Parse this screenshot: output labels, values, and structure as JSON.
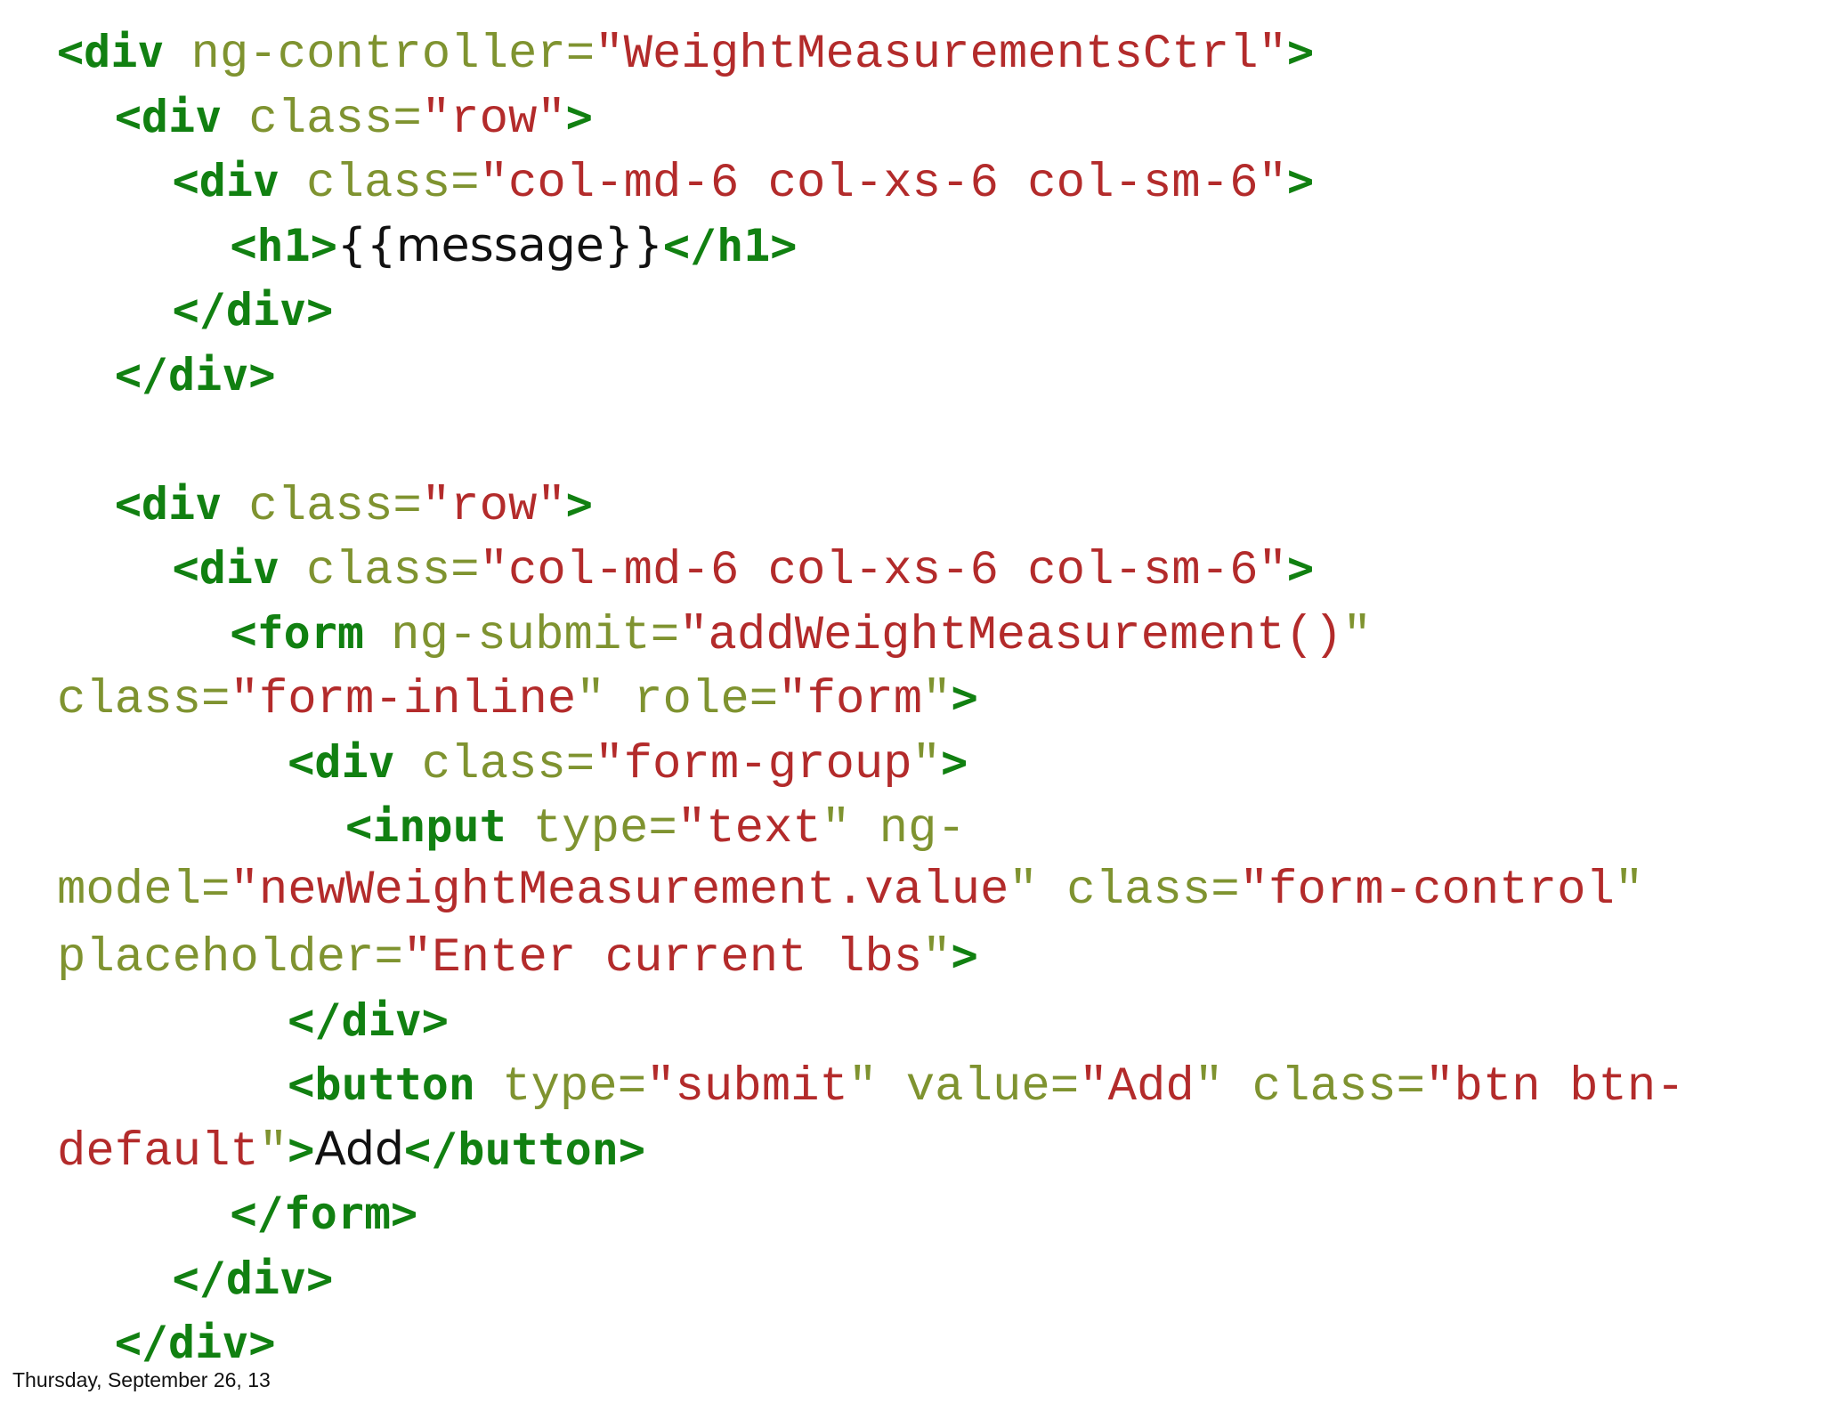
{
  "colors": {
    "tag": "#118011",
    "attribute": "#7f9330",
    "string": "#b32b2b",
    "text": "#111111",
    "background": "#ffffff"
  },
  "code_lines": [
    [
      {
        "t": "tag",
        "s": "<div "
      },
      {
        "t": "attr",
        "s": "ng-controller="
      },
      {
        "t": "str",
        "s": "\"WeightMeasurementsCtrl\""
      },
      {
        "t": "tag",
        "s": ">"
      }
    ],
    [
      {
        "t": "pad",
        "s": "  "
      },
      {
        "t": "tag",
        "s": "<div "
      },
      {
        "t": "attr",
        "s": "class="
      },
      {
        "t": "str",
        "s": "\"row\""
      },
      {
        "t": "tag",
        "s": ">"
      }
    ],
    [
      {
        "t": "pad",
        "s": "    "
      },
      {
        "t": "tag",
        "s": "<div "
      },
      {
        "t": "attr",
        "s": "class="
      },
      {
        "t": "str",
        "s": "\"col-md-6 col-xs-6 col-sm-6\""
      },
      {
        "t": "tag",
        "s": ">"
      }
    ],
    [
      {
        "t": "pad",
        "s": "      "
      },
      {
        "t": "tag",
        "s": "<h1>"
      },
      {
        "t": "txt",
        "s": "{{message}}"
      },
      {
        "t": "tag",
        "s": "</h1>"
      }
    ],
    [
      {
        "t": "pad",
        "s": "    "
      },
      {
        "t": "tag",
        "s": "</div>"
      }
    ],
    [
      {
        "t": "pad",
        "s": "  "
      },
      {
        "t": "tag",
        "s": "</div>"
      }
    ],
    [],
    [
      {
        "t": "pad",
        "s": "  "
      },
      {
        "t": "tag",
        "s": "<div "
      },
      {
        "t": "attr",
        "s": "class="
      },
      {
        "t": "str",
        "s": "\"row\""
      },
      {
        "t": "tag",
        "s": ">"
      }
    ],
    [
      {
        "t": "pad",
        "s": "    "
      },
      {
        "t": "tag",
        "s": "<div "
      },
      {
        "t": "attr",
        "s": "class="
      },
      {
        "t": "str",
        "s": "\"col-md-6 col-xs-6 col-sm-6\""
      },
      {
        "t": "tag",
        "s": ">"
      }
    ],
    [
      {
        "t": "pad",
        "s": "      "
      },
      {
        "t": "tag",
        "s": "<form "
      },
      {
        "t": "attr",
        "s": "ng-submit="
      },
      {
        "t": "str",
        "s": "\"addWeightMeasurement()"
      },
      {
        "t": "attr",
        "s": "\""
      }
    ],
    [
      {
        "t": "attr",
        "s": "class="
      },
      {
        "t": "str",
        "s": "\"form-inline"
      },
      {
        "t": "attr",
        "s": "\" role="
      },
      {
        "t": "str",
        "s": "\"form"
      },
      {
        "t": "attr",
        "s": "\""
      },
      {
        "t": "tag",
        "s": ">"
      }
    ],
    [
      {
        "t": "pad",
        "s": "        "
      },
      {
        "t": "tag",
        "s": "<div "
      },
      {
        "t": "attr",
        "s": "class="
      },
      {
        "t": "str",
        "s": "\"form-group"
      },
      {
        "t": "attr",
        "s": "\""
      },
      {
        "t": "tag",
        "s": ">"
      }
    ],
    [
      {
        "t": "pad",
        "s": "          "
      },
      {
        "t": "tag",
        "s": "<input "
      },
      {
        "t": "attr",
        "s": "type="
      },
      {
        "t": "str",
        "s": "\"text"
      },
      {
        "t": "attr",
        "s": "\" ng-"
      }
    ],
    [
      {
        "t": "attr",
        "s": "model="
      },
      {
        "t": "str",
        "s": "\"newWeightMeasurement.value"
      },
      {
        "t": "attr",
        "s": "\" class="
      },
      {
        "t": "str",
        "s": "\"form-control"
      },
      {
        "t": "attr",
        "s": "\""
      }
    ],
    [
      {
        "t": "attr",
        "s": "placeholder="
      },
      {
        "t": "str",
        "s": "\"Enter current lbs"
      },
      {
        "t": "attr",
        "s": "\""
      },
      {
        "t": "tag",
        "s": ">"
      }
    ],
    [
      {
        "t": "pad",
        "s": "        "
      },
      {
        "t": "tag",
        "s": "</div>"
      }
    ],
    [
      {
        "t": "pad",
        "s": "        "
      },
      {
        "t": "tag",
        "s": "<button "
      },
      {
        "t": "attr",
        "s": "type="
      },
      {
        "t": "str",
        "s": "\"submit"
      },
      {
        "t": "attr",
        "s": "\" value="
      },
      {
        "t": "str",
        "s": "\"Add"
      },
      {
        "t": "attr",
        "s": "\" class="
      },
      {
        "t": "str",
        "s": "\"btn btn-"
      }
    ],
    [
      {
        "t": "str",
        "s": "default"
      },
      {
        "t": "attr",
        "s": "\""
      },
      {
        "t": "tag",
        "s": ">"
      },
      {
        "t": "txt",
        "s": "Add"
      },
      {
        "t": "tag",
        "s": "</button>"
      }
    ],
    [
      {
        "t": "pad",
        "s": "      "
      },
      {
        "t": "tag",
        "s": "</form>"
      }
    ],
    [
      {
        "t": "pad",
        "s": "    "
      },
      {
        "t": "tag",
        "s": "</div>"
      }
    ],
    [
      {
        "t": "pad",
        "s": "  "
      },
      {
        "t": "tag",
        "s": "</div>"
      }
    ]
  ],
  "footer": {
    "date": "Thursday, September 26, 13"
  }
}
